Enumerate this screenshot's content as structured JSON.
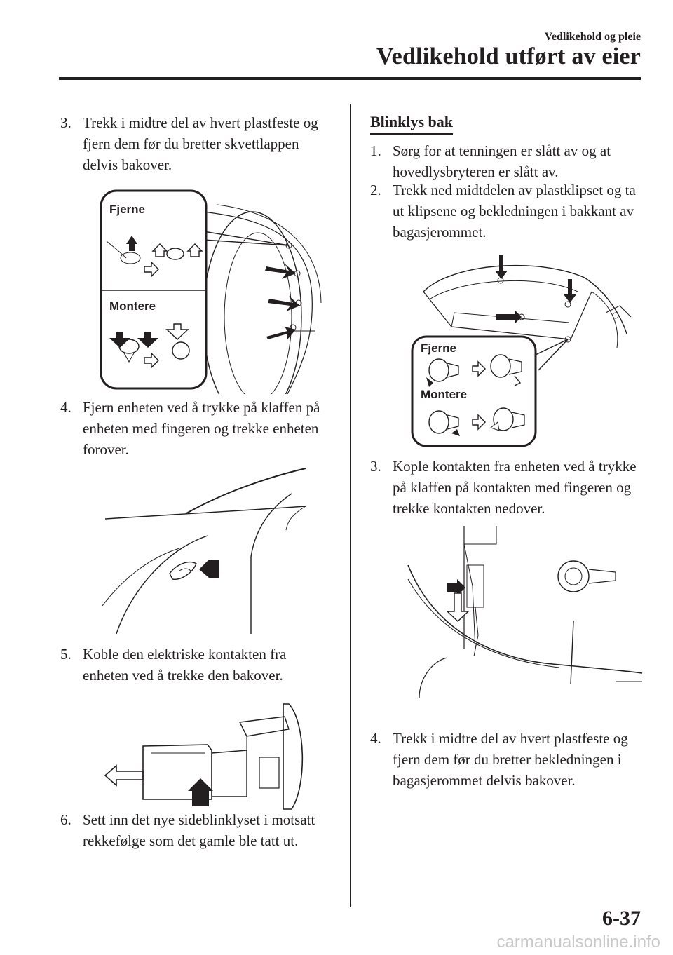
{
  "header": {
    "section": "Vedlikehold og pleie",
    "title": "Vedlikehold utført av eier"
  },
  "left_column": {
    "steps": [
      {
        "num": "3.",
        "text": "Trekk i midtre del av hvert plastfeste og fjern dem før du bretter skvettlappen delvis bakover."
      },
      {
        "num": "4.",
        "text": "Fjern enheten ved å trykke på klaffen på enheten med fingeren og trekke enheten forover."
      },
      {
        "num": "5.",
        "text": "Koble den elektriske kontakten fra enheten ved å trekke den bakover."
      },
      {
        "num": "6.",
        "text": "Sett inn det nye sideblinklyset i motsatt rekkefølge som det gamle ble tatt ut."
      }
    ],
    "figure1": {
      "remove_label": "Fjerne",
      "install_label": "Montere"
    }
  },
  "right_column": {
    "section_title": "Blinklys bak",
    "steps": [
      {
        "num": "1.",
        "text": "Sørg for at tenningen er slått av og at hovedlysbryteren er slått av."
      },
      {
        "num": "2.",
        "text": "Trekk ned midtdelen av plastklipset og ta ut klipsene og bekledningen i bakkant av bagasjerommet."
      },
      {
        "num": "3.",
        "text": "Kople kontakten fra enheten ved å trykke på klaffen på kontakten med fingeren og trekke kontakten nedover."
      },
      {
        "num": "4.",
        "text": "Trekk i midtre del av hvert plastfeste og fjern dem før du bretter bekledningen i bagasjerommet delvis bakover."
      }
    ],
    "figure2": {
      "remove_label": "Fjerne",
      "install_label": "Montere"
    }
  },
  "footer": {
    "page_number": "6-37",
    "watermark": "carmanualsonline.info"
  }
}
